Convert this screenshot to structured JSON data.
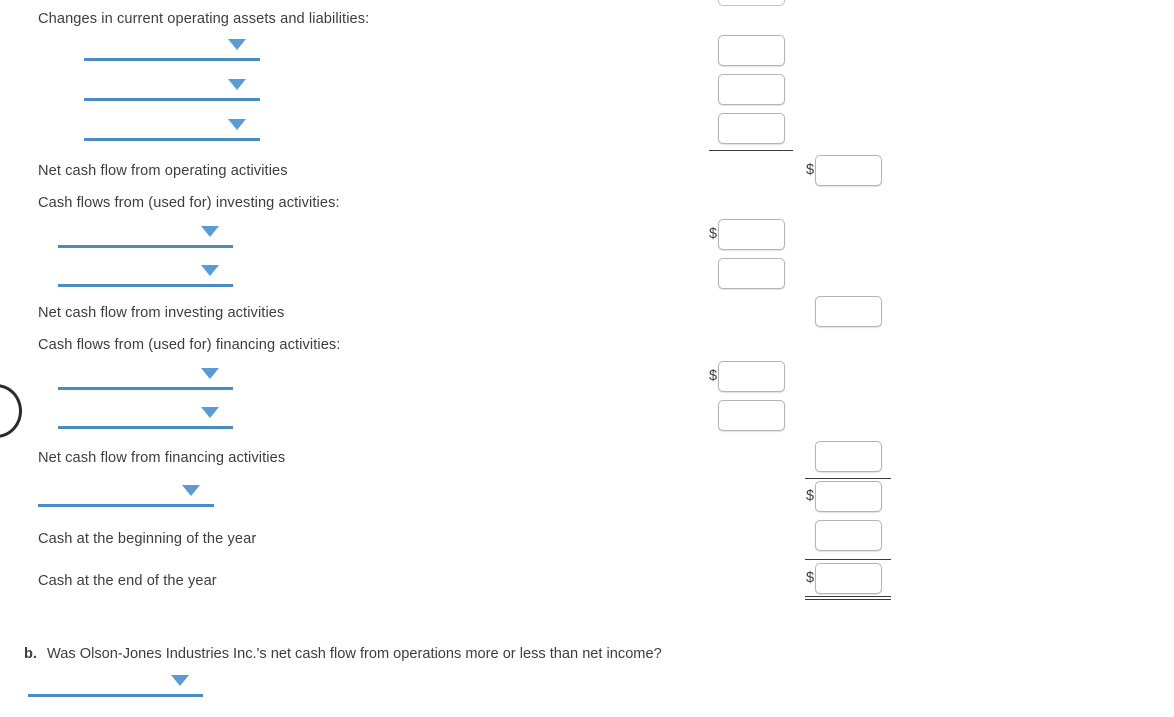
{
  "statement": {
    "section_headers": {
      "changes_current": "Changes in current operating assets and liabilities:",
      "investing": "Cash flows from (used for) investing activities:",
      "financing": "Cash flows from (used for) financing activities:"
    },
    "line_labels": {
      "net_operating": "Net cash flow from operating activities",
      "net_investing": "Net cash flow from investing activities",
      "net_financing": "Net cash flow from financing activities",
      "cash_beginning": "Cash at the beginning of the year",
      "cash_end": "Cash at the end of the year"
    },
    "currency_symbol": "$",
    "dropdowns": [
      {
        "id": "op-change-1",
        "value": ""
      },
      {
        "id": "op-change-2",
        "value": ""
      },
      {
        "id": "op-change-3",
        "value": ""
      },
      {
        "id": "investing-1",
        "value": ""
      },
      {
        "id": "investing-2",
        "value": ""
      },
      {
        "id": "financing-1",
        "value": ""
      },
      {
        "id": "financing-2",
        "value": ""
      },
      {
        "id": "net-increase-decrease",
        "value": ""
      }
    ],
    "amount_inputs": [
      {
        "id": "op-change-amt-0",
        "value": "",
        "column": "detail"
      },
      {
        "id": "op-change-amt-1",
        "value": "",
        "column": "detail"
      },
      {
        "id": "op-change-amt-2",
        "value": "",
        "column": "detail"
      },
      {
        "id": "op-change-amt-3",
        "value": "",
        "column": "detail"
      },
      {
        "id": "net-operating-amt",
        "value": "",
        "column": "total"
      },
      {
        "id": "investing-amt-1",
        "value": "",
        "column": "detail"
      },
      {
        "id": "investing-amt-2",
        "value": "",
        "column": "detail"
      },
      {
        "id": "net-investing-amt",
        "value": "",
        "column": "total"
      },
      {
        "id": "financing-amt-1",
        "value": "",
        "column": "detail"
      },
      {
        "id": "financing-amt-2",
        "value": "",
        "column": "detail"
      },
      {
        "id": "net-financing-amt",
        "value": "",
        "column": "total"
      },
      {
        "id": "net-change-amt",
        "value": "",
        "column": "total"
      },
      {
        "id": "cash-beginning-amt",
        "value": "",
        "column": "total"
      },
      {
        "id": "cash-end-amt",
        "value": "",
        "column": "total"
      }
    ]
  },
  "question_b": {
    "marker": "b.",
    "text": "Was Olson-Jones Industries Inc.'s net cash flow from operations more or less than net income?",
    "answer_value": ""
  },
  "colors": {
    "select_underline": "#4a8cc2",
    "select_caret": "#5a9bd4",
    "text": "#3d3d3d",
    "input_border": "#b4b4b4",
    "rule": "#3a3a3a"
  }
}
